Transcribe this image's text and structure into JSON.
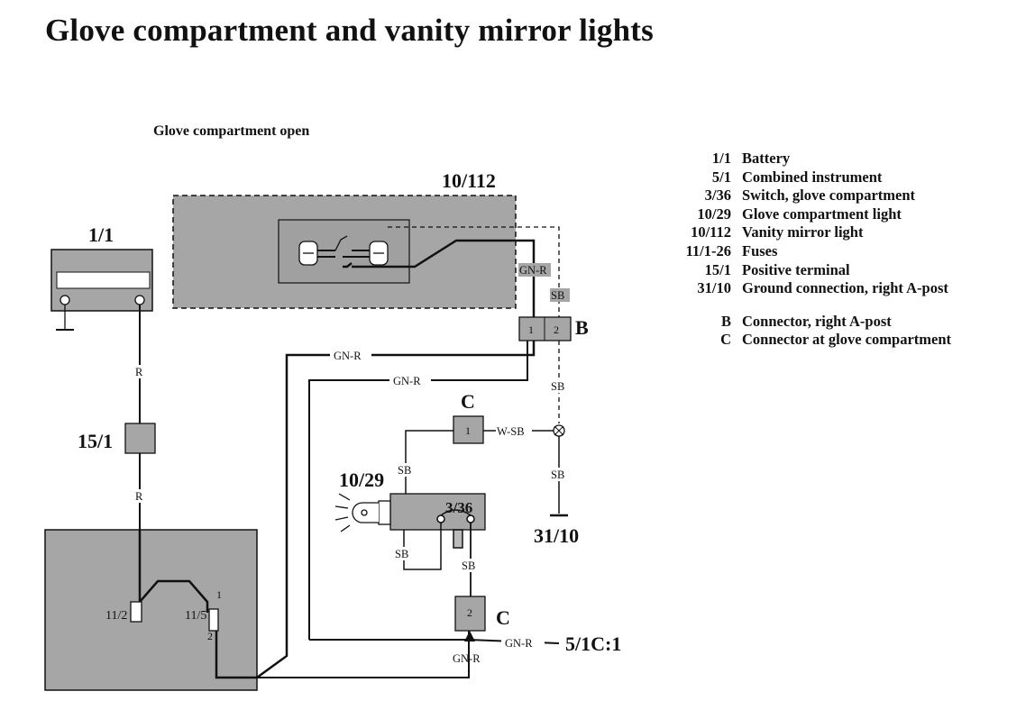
{
  "title": "Glove compartment and vanity mirror lights",
  "subtitle": "Glove compartment open",
  "components": {
    "battery": "1/1",
    "vanity_mirror_light": "10/112",
    "positive_terminal": "15/1",
    "glove_light": "10/29",
    "switch": "3/36",
    "ground": "31/10",
    "connector_b": "B",
    "connector_c_top": "C",
    "connector_c_bottom": "C",
    "fuse_a": "11/2",
    "fuse_b": "11/5",
    "instrument_ref": "5/1C:1"
  },
  "pins": {
    "b1": "1",
    "b2": "2",
    "c_top": "1",
    "c_bottom": "2",
    "fuse_1": "1",
    "fuse_2": "2"
  },
  "wires": {
    "r_upper": "R",
    "r_lower": "R",
    "gnr_mirror": "GN-R",
    "gnr_long": "GN-R",
    "gnr_mid": "GN-R",
    "gnr_instr": "GN-R",
    "gnr_bottom": "GN-R",
    "sb_mirror": "SB",
    "sb_b": "SB",
    "sb_ground": "SB",
    "sb_lamp_top": "SB",
    "sb_lamp_bottom": "SB",
    "sb_switch": "SB",
    "wsb": "W-SB"
  },
  "legend": [
    {
      "code": "1/1",
      "label": "Battery"
    },
    {
      "code": "5/1",
      "label": "Combined instrument"
    },
    {
      "code": "3/36",
      "label": "Switch, glove compartment"
    },
    {
      "code": "10/29",
      "label": "Glove compartment light"
    },
    {
      "code": "10/112",
      "label": "Vanity mirror light"
    },
    {
      "code": "11/1-26",
      "label": "Fuses"
    },
    {
      "code": "15/1",
      "label": "Positive terminal"
    },
    {
      "code": "31/10",
      "label": "Ground connection, right A-post"
    }
  ],
  "legend_connectors": [
    {
      "code": "B",
      "label": "Connector, right A-post"
    },
    {
      "code": "C",
      "label": "Connector at glove compartment"
    }
  ],
  "colors": {
    "component_fill": "#a6a6a6",
    "ink": "#111111"
  }
}
